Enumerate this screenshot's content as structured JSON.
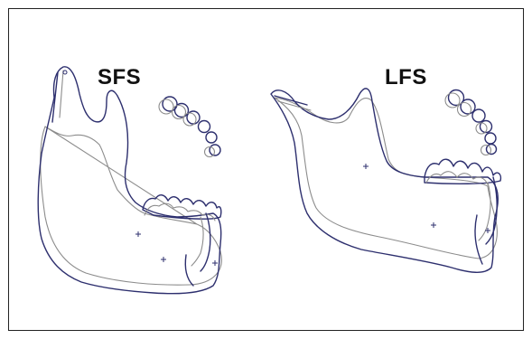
{
  "figure": {
    "panels": [
      {
        "id": "sfs",
        "label": "SFS"
      },
      {
        "id": "lfs",
        "label": "LFS"
      }
    ],
    "colors": {
      "outline_primary": "#2d2f6e",
      "outline_secondary": "#8c8c8c",
      "border": "#222222",
      "background": "#ffffff"
    }
  }
}
